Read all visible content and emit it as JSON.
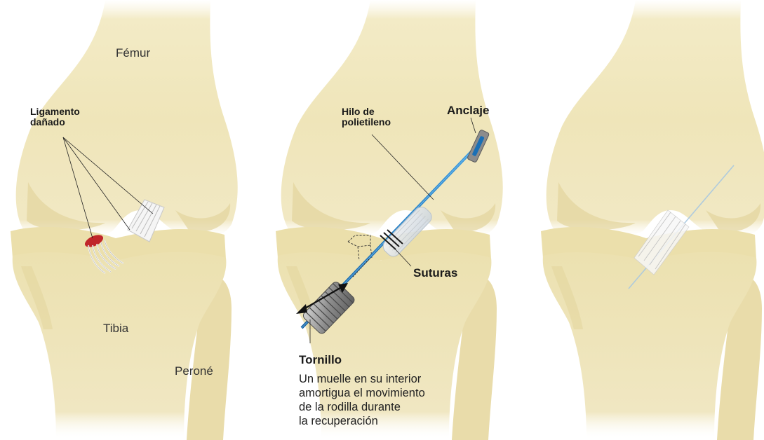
{
  "labels": {
    "femur": "Fémur",
    "tibia": "Tibia",
    "perone": "Peroné",
    "ligamento": "Ligamento\ndañado",
    "hilo": "Hilo de\npolietileno",
    "anclaje": "Anclaje",
    "suturas": "Suturas",
    "tornillo": "Tornillo",
    "tornillo_desc": "Un muelle en su interior\namortigua el movimiento\nde la rodilla durante\nla recuperación"
  },
  "colors": {
    "bone": "#f1e8bf",
    "bone_shade": "#e4d7a2",
    "ligament_red": "#c0262a",
    "wire_blue": "#1a6fb5",
    "screw_gray": "#9a9a9a",
    "leader_line": "#222222"
  },
  "panels": [
    "knee-damaged-ligament",
    "knee-implant-procedure",
    "knee-healed-ligament"
  ]
}
